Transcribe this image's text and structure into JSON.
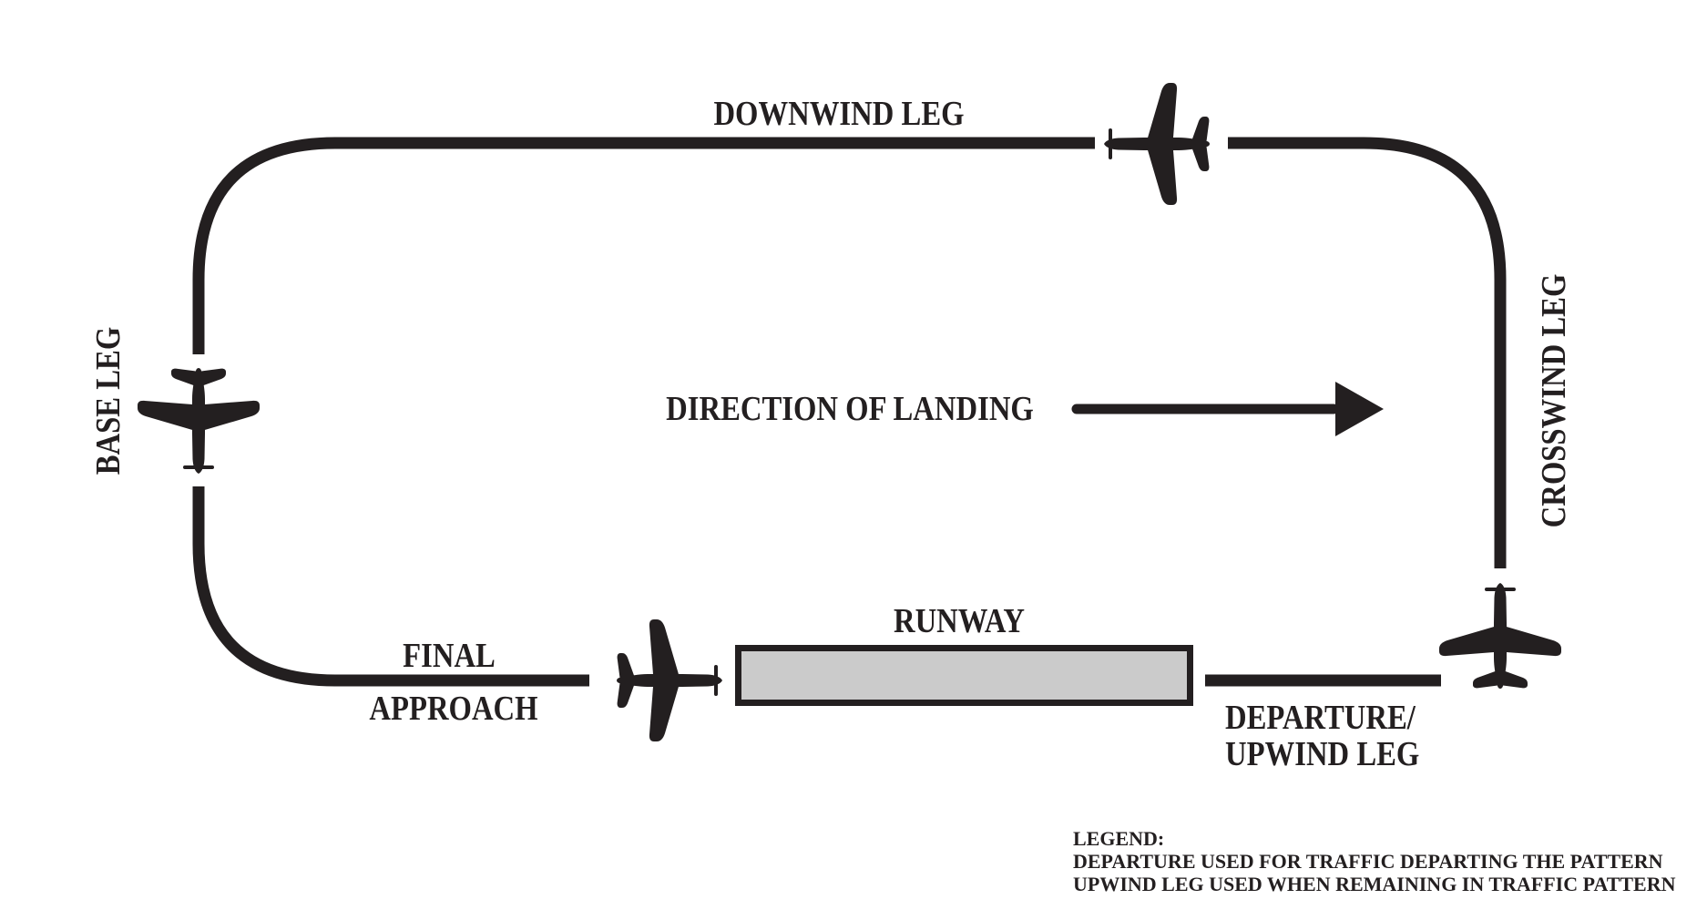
{
  "labels": {
    "downwind_leg": "DOWNWIND LEG",
    "crosswind_leg": "CROSSWIND LEG",
    "base_leg": "BASE LEG",
    "final_line1": "FINAL",
    "final_line2": "APPROACH",
    "runway": "RUNWAY",
    "departure_line1": "DEPARTURE/",
    "departure_line2": "UPWIND LEG",
    "direction_of_landing": "DIRECTION OF LANDING"
  },
  "legend": {
    "title": "LEGEND:",
    "line1": "DEPARTURE USED FOR TRAFFIC DEPARTING THE PATTERN",
    "line2": "UPWIND LEG USED WHEN REMAINING IN TRAFFIC PATTERN"
  },
  "icons": {
    "downwind_airplane": "airplane-icon (flying left along downwind leg)",
    "base_airplane": "airplane-icon (flying down along base leg)",
    "final_airplane": "airplane-icon (flying right on final approach)",
    "upwind_airplane": "airplane-icon (climbing up on departure/upwind leg)",
    "direction_arrow": "right-arrow-icon"
  },
  "colors": {
    "ink": "#231f20",
    "runway_fill": "#cbcbcb",
    "background": "#ffffff"
  }
}
